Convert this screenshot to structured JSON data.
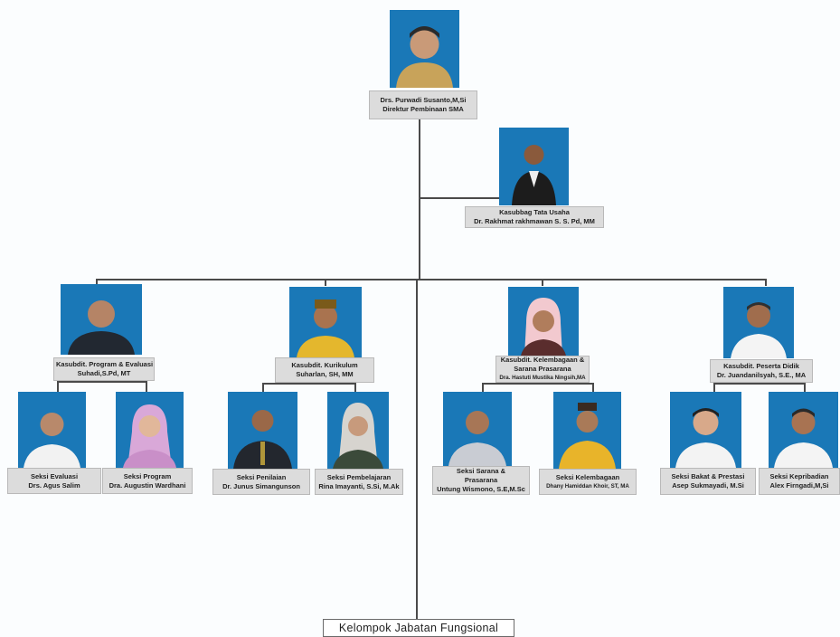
{
  "director": {
    "name": "Drs. Purwadi Susanto,M,Si",
    "title": "Direktur Pembinaan SMA"
  },
  "admin": {
    "title": "Kasubbag Tata Usaha",
    "name": "Dr. Rakhmat rakhmawan S. S. Pd, MM"
  },
  "subdirectorates": [
    {
      "title": "Kasubdit. Program & Evaluasi",
      "name": "Suhadi,S.Pd, MT"
    },
    {
      "title": "Kasubdit. Kurikulum",
      "name": "Suharlan, SH, MM"
    },
    {
      "title_line1": "Kasubdit. Kelembagaan &",
      "title_line2": "Sarana Prasarana",
      "name": "Dra. Hastuti Mustika Ningsih,MA"
    },
    {
      "title": "Kasubdit. Peserta Didik",
      "name": "Dr. Juandanilsyah, S.E., MA"
    }
  ],
  "sections": [
    {
      "title": "Seksi Evaluasi",
      "name": "Drs. Agus Salim"
    },
    {
      "title": "Seksi Program",
      "name": "Dra. Augustin Wardhani"
    },
    {
      "title": "Seksi Penilaian",
      "name": "Dr. Junus Simangunson"
    },
    {
      "title": "Seksi Pembelajaran",
      "name": "Rina Imayanti, S.Si, M.Ak"
    },
    {
      "title_line1": "Seksi Sarana &",
      "title_line2": "Prasarana",
      "name": "Untung Wismono, S.E,M.Sc"
    },
    {
      "title": "Seksi Kelembagaan",
      "name": "Dhany Hamiddan Khoir, ST, MA"
    },
    {
      "title": "Seksi Bakat & Prestasi",
      "name": "Asep Sukmayadi, M.Si"
    },
    {
      "title": "Seksi Kepribadian",
      "name": "Alex Firngadi,M,Si"
    }
  ],
  "footer": {
    "label": "Kelompok Jabatan Fungsional"
  },
  "colors": {
    "photo_background": "#1a78b7",
    "label_background": "#dcdcdc",
    "connector": "#4a4a4a"
  },
  "icons": {
    "person": "person-photo-icon"
  }
}
